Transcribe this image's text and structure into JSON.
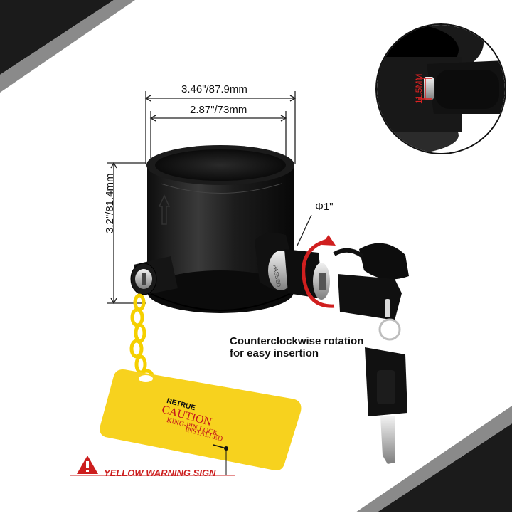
{
  "dimensions": {
    "outer_diameter": "3.46\"/87.9mm",
    "inner_diameter": "2.87\"/73mm",
    "height": "3.2\"/81.4mm",
    "lock_diameter": "Φ1\"",
    "pin_gap": "11.5MM"
  },
  "annotation": {
    "rotation_note": "Counterclockwise rotation for easy insertion"
  },
  "warning": {
    "label": "YELLOW WARNING SIGN",
    "tag_brand": "RETRUE",
    "tag_title": "CAUTION",
    "tag_line1": "KING-PIN LOCK",
    "tag_line2": "INSTALLED"
  },
  "lock_stamp": "PASSED",
  "colors": {
    "accent_red": "#cc1d1d",
    "tag_yellow": "#f7d21e",
    "chain_yellow": "#f5d000",
    "product_black": "#161616",
    "corner_dark": "#1b1b1b"
  },
  "icons": [
    "warning-triangle-icon",
    "rotation-arrow-icon",
    "key-icon",
    "arrow-up-icon"
  ]
}
